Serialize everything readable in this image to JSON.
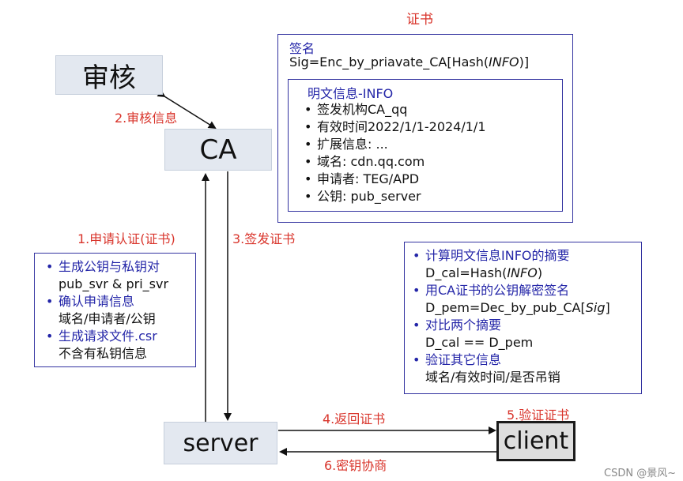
{
  "title": "证书",
  "nodes": {
    "audit": "审核",
    "ca": "CA",
    "server": "server",
    "client": "client"
  },
  "steps": {
    "s1": "1.申请认证(证书)",
    "s2": "2.审核信息",
    "s3": "3.签发证书",
    "s4": "4.返回证书",
    "s5": "5.验证证书",
    "s6": "6.密钥协商"
  },
  "certificate": {
    "sig_label": "签名",
    "sig_prefix": "Sig=Enc_by_priavate_CA[Hash(",
    "sig_italic": "INFO",
    "sig_suffix": ")]",
    "info_title": "明文信息-INFO",
    "info_items": [
      {
        "label": "签发机构CA_qq"
      },
      {
        "label": "有效时间2022/1/1-2024/1/1"
      },
      {
        "label": "扩展信息: ..."
      },
      {
        "label": "域名: cdn.qq.com"
      },
      {
        "label": "申请者: TEG/APD"
      },
      {
        "label": "公钥: pub_server"
      }
    ]
  },
  "server_box": {
    "items": [
      {
        "title": "生成公钥与私钥对",
        "detail": "pub_svr & pri_svr"
      },
      {
        "title": "确认申请信息",
        "detail": "域名/申请者/公钥"
      },
      {
        "title": "生成请求文件.csr",
        "detail": "不含有私钥信息"
      }
    ]
  },
  "verify_box": {
    "items": [
      {
        "title": "计算明文信息INFO的摘要",
        "detail_prefix": "D_cal=Hash(",
        "detail_italic": "INFO",
        "detail_suffix": ")"
      },
      {
        "title": "用CA证书的公钥解密签名",
        "detail_prefix": "D_pem=Dec_by_pub_CA[",
        "detail_italic": "Sig",
        "detail_suffix": "]"
      },
      {
        "title": "对比两个摘要",
        "detail_prefix": "D_cal == D_pem",
        "detail_italic": "",
        "detail_suffix": ""
      },
      {
        "title": "验证其它信息",
        "detail_prefix": "域名/有效时间/是否吊销",
        "detail_italic": "",
        "detail_suffix": ""
      }
    ]
  },
  "bullet": "•",
  "watermark": "CSDN @景风~"
}
